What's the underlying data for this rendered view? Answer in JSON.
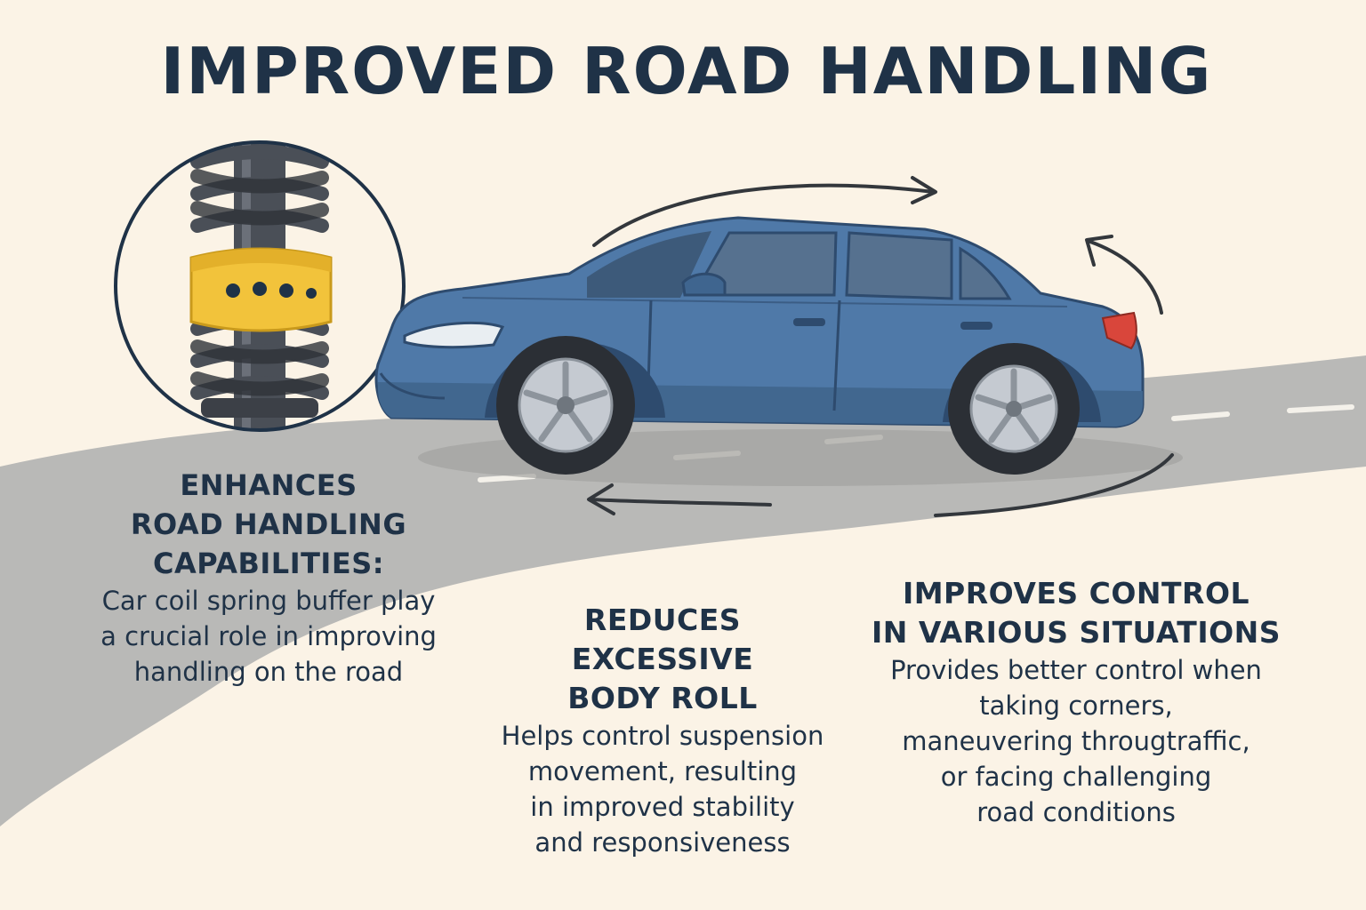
{
  "title": "IMPROVED ROAD HANDLING",
  "colors": {
    "background": "#fbf3e6",
    "road": "#b9b9b7",
    "car_body": "#4f79a8",
    "buffer": "#f2c33b",
    "text": "#1f3247",
    "tail_light": "#d9463b"
  },
  "illustration": {
    "spring_icon": "coil-spring-with-buffer-icon",
    "car_icon": "sedan-car-icon",
    "arrows": [
      "curved-arrow-top-icon",
      "curved-arrow-rear-icon",
      "curved-arrow-bottom-icon"
    ]
  },
  "sections": {
    "enhances": {
      "heading_lines": [
        "ENHANCES",
        "ROAD HANDLING",
        "CAPABILITIES:"
      ],
      "body_lines": [
        "Car coil spring buffer play",
        "a crucial role in improving",
        "handling on the road"
      ]
    },
    "reduces": {
      "heading_lines": [
        "REDUCES",
        "EXCESSIVE",
        "BODY ROLL"
      ],
      "body_lines": [
        "Helps control suspension",
        "movement, resulting",
        "in improved stability",
        "and responsiveness"
      ]
    },
    "improves": {
      "heading_lines": [
        "IMPROVES CONTROL",
        "IN VARIOUS SITUATIONS"
      ],
      "body_lines": [
        "Provides better control when",
        "taking corners,",
        "maneuvering througtraffic,",
        "or facing challenging",
        "road conditions"
      ]
    }
  }
}
